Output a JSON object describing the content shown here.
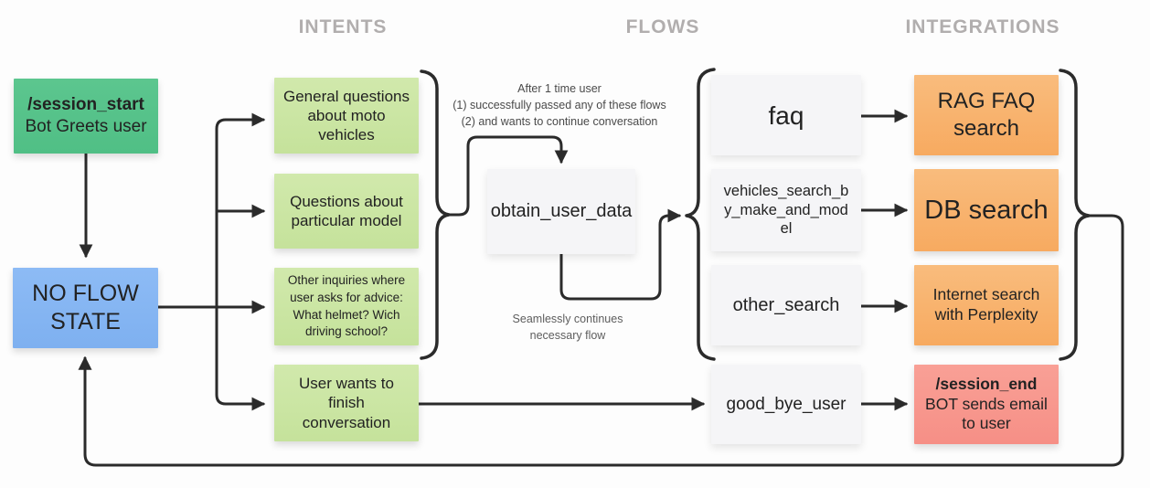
{
  "headers": {
    "intents": "INTENTS",
    "flows": "FLOWS",
    "integrations": "INTEGRATIONS"
  },
  "nodes": {
    "session_start": {
      "title": "/session_start",
      "subtitle": "Bot Greets user"
    },
    "no_flow_state": {
      "label": "NO FLOW STATE"
    },
    "intents": [
      {
        "label": "General questions about moto vehicles"
      },
      {
        "label": "Questions about particular model"
      },
      {
        "label": "Other inquiries where user asks for advice: What helmet? Wich driving school?"
      },
      {
        "label": "User wants to finish conversation"
      }
    ],
    "obtain_user_data": {
      "label": "obtain_user_data"
    },
    "flows": [
      {
        "label": "faq"
      },
      {
        "label": "vehicles_search_by_make_and_model"
      },
      {
        "label": "other_search"
      },
      {
        "label": "good_bye_user"
      }
    ],
    "integrations": [
      {
        "label": "RAG FAQ search"
      },
      {
        "label": "DB search"
      },
      {
        "label": "Internet search with Perplexity"
      }
    ],
    "session_end": {
      "title": "/session_end",
      "subtitle": "BOT sends email to user"
    }
  },
  "annotations": {
    "after_first_time": "After 1 time user\n(1) successfully passed any of these flows\n(2) and wants to continue conversation",
    "seamless_continue": "Seamlessly continues\nnecessary flow"
  },
  "colors": {
    "session_start_green": "#56c28a",
    "no_flow_blue": "#85b5f2",
    "intent_green": "#cbe5a3",
    "flow_white": "#f5f5f7",
    "integration_orange": "#f8b36e",
    "session_end_red": "#f8988e",
    "wire_dark": "#2b2b2b",
    "header_gray": "#b1aeae"
  }
}
